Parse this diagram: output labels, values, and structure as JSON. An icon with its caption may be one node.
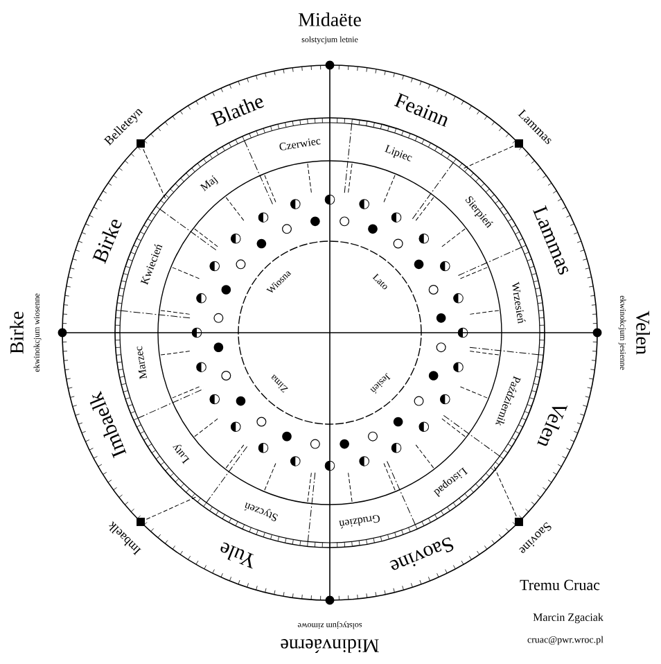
{
  "diagram": {
    "labels": [
      "Midaëte",
      "solstycjum letnie",
      "Belleteyn",
      "Blathe",
      "Feainn",
      "Lammas",
      "Czerwiec",
      "Lipiec",
      "Maj",
      "Lammas",
      "Sierpień",
      "Kwiecień",
      "Birke",
      "ekwinokcjum wiosenne",
      "Birke",
      "Wiosna",
      "Lato",
      "Velen",
      "ekwinokcjum jesienne",
      "Wrzesień",
      "Marzec",
      "Październik",
      "Velen",
      "Zima",
      "Jesień",
      "Luty",
      "Imbaelk",
      "Imbaelk",
      "Listopad",
      "Grudzień",
      "Styczeń",
      "Saovine",
      "Saovine",
      "Yule",
      "Midinváerne",
      "solstycjum zimowe",
      "Tremu Cruac",
      "Marcin Zgaciak",
      "cruac@pwr.wroc.pl"
    ]
  }
}
